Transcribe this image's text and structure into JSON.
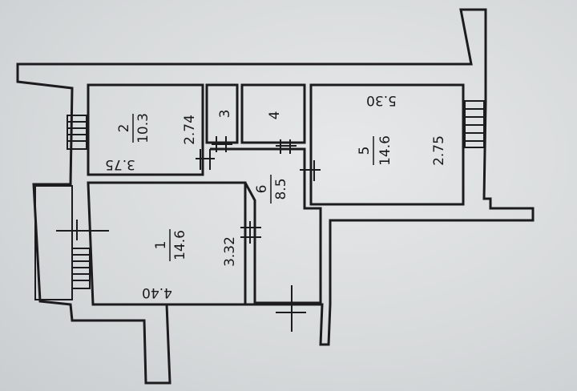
{
  "rooms": [
    {
      "number": "1",
      "area": "14.6",
      "width": "3.32",
      "length": "4.40"
    },
    {
      "number": "2",
      "area": "10.3",
      "width": "2.74",
      "length": "3.75"
    },
    {
      "number": "3"
    },
    {
      "number": "4"
    },
    {
      "number": "5",
      "area": "14.6",
      "width": "2.75",
      "length": "5.30"
    },
    {
      "number": "6",
      "area": "8.5"
    }
  ],
  "colors": {
    "wall": "#1c1c1e",
    "paper": "#d9dcdd"
  }
}
